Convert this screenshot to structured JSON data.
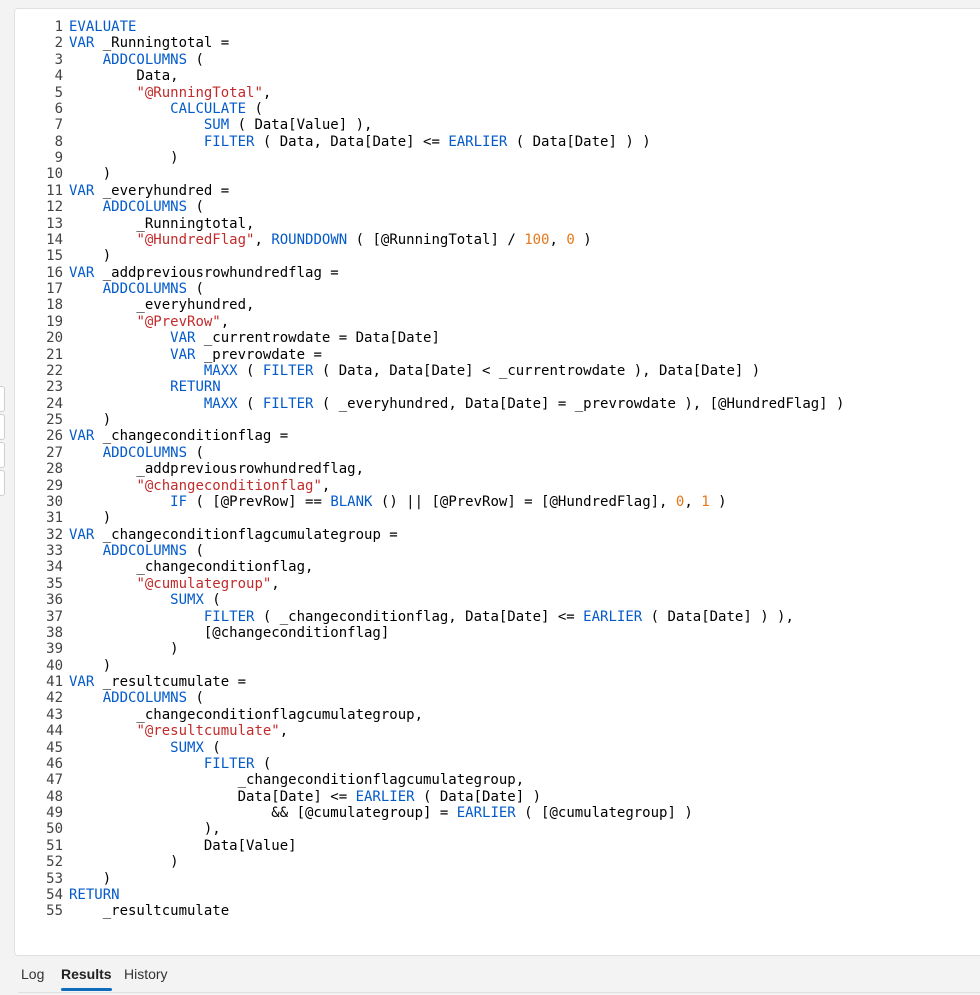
{
  "colors": {
    "keyword": "#035aca",
    "string": "#c22b2b",
    "number": "#e8771a",
    "tab_accent": "#0f6cbd"
  },
  "editor": {
    "lines": [
      {
        "num": "1",
        "tokens": [
          {
            "t": "k",
            "v": "EVALUATE"
          }
        ]
      },
      {
        "num": "2",
        "tokens": [
          {
            "t": "k",
            "v": "VAR"
          },
          {
            "t": "p",
            "v": " _Runningtotal ="
          }
        ]
      },
      {
        "num": "3",
        "tokens": [
          {
            "t": "p",
            "v": "    "
          },
          {
            "t": "k",
            "v": "ADDCOLUMNS"
          },
          {
            "t": "p",
            "v": " ("
          }
        ]
      },
      {
        "num": "4",
        "tokens": [
          {
            "t": "p",
            "v": "        Data,"
          }
        ]
      },
      {
        "num": "5",
        "tokens": [
          {
            "t": "p",
            "v": "        "
          },
          {
            "t": "s",
            "v": "\"@RunningTotal\""
          },
          {
            "t": "p",
            "v": ","
          }
        ]
      },
      {
        "num": "6",
        "tokens": [
          {
            "t": "p",
            "v": "            "
          },
          {
            "t": "k",
            "v": "CALCULATE"
          },
          {
            "t": "p",
            "v": " ("
          }
        ]
      },
      {
        "num": "7",
        "tokens": [
          {
            "t": "p",
            "v": "                "
          },
          {
            "t": "k",
            "v": "SUM"
          },
          {
            "t": "p",
            "v": " ( Data[Value] ),"
          }
        ]
      },
      {
        "num": "8",
        "tokens": [
          {
            "t": "p",
            "v": "                "
          },
          {
            "t": "k",
            "v": "FILTER"
          },
          {
            "t": "p",
            "v": " ( Data, Data[Date] <= "
          },
          {
            "t": "k",
            "v": "EARLIER"
          },
          {
            "t": "p",
            "v": " ( Data[Date] ) )"
          }
        ]
      },
      {
        "num": "9",
        "tokens": [
          {
            "t": "p",
            "v": "            )"
          }
        ]
      },
      {
        "num": "10",
        "tokens": [
          {
            "t": "p",
            "v": "    )"
          }
        ]
      },
      {
        "num": "11",
        "tokens": [
          {
            "t": "k",
            "v": "VAR"
          },
          {
            "t": "p",
            "v": " _everyhundred ="
          }
        ]
      },
      {
        "num": "12",
        "tokens": [
          {
            "t": "p",
            "v": "    "
          },
          {
            "t": "k",
            "v": "ADDCOLUMNS"
          },
          {
            "t": "p",
            "v": " ("
          }
        ]
      },
      {
        "num": "13",
        "tokens": [
          {
            "t": "p",
            "v": "        _Runningtotal,"
          }
        ]
      },
      {
        "num": "14",
        "tokens": [
          {
            "t": "p",
            "v": "        "
          },
          {
            "t": "s",
            "v": "\"@HundredFlag\""
          },
          {
            "t": "p",
            "v": ", "
          },
          {
            "t": "k",
            "v": "ROUNDDOWN"
          },
          {
            "t": "p",
            "v": " ( [@RunningTotal] / "
          },
          {
            "t": "n",
            "v": "100"
          },
          {
            "t": "p",
            "v": ", "
          },
          {
            "t": "n",
            "v": "0"
          },
          {
            "t": "p",
            "v": " )"
          }
        ]
      },
      {
        "num": "15",
        "tokens": [
          {
            "t": "p",
            "v": "    )"
          }
        ]
      },
      {
        "num": "16",
        "tokens": [
          {
            "t": "k",
            "v": "VAR"
          },
          {
            "t": "p",
            "v": " _addpreviousrowhundredflag ="
          }
        ]
      },
      {
        "num": "17",
        "tokens": [
          {
            "t": "p",
            "v": "    "
          },
          {
            "t": "k",
            "v": "ADDCOLUMNS"
          },
          {
            "t": "p",
            "v": " ("
          }
        ]
      },
      {
        "num": "18",
        "tokens": [
          {
            "t": "p",
            "v": "        _everyhundred,"
          }
        ]
      },
      {
        "num": "19",
        "tokens": [
          {
            "t": "p",
            "v": "        "
          },
          {
            "t": "s",
            "v": "\"@PrevRow\""
          },
          {
            "t": "p",
            "v": ","
          }
        ]
      },
      {
        "num": "20",
        "tokens": [
          {
            "t": "p",
            "v": "            "
          },
          {
            "t": "k",
            "v": "VAR"
          },
          {
            "t": "p",
            "v": " _currentrowdate = Data[Date]"
          }
        ]
      },
      {
        "num": "21",
        "tokens": [
          {
            "t": "p",
            "v": "            "
          },
          {
            "t": "k",
            "v": "VAR"
          },
          {
            "t": "p",
            "v": " _prevrowdate ="
          }
        ]
      },
      {
        "num": "22",
        "tokens": [
          {
            "t": "p",
            "v": "                "
          },
          {
            "t": "k",
            "v": "MAXX"
          },
          {
            "t": "p",
            "v": " ( "
          },
          {
            "t": "k",
            "v": "FILTER"
          },
          {
            "t": "p",
            "v": " ( Data, Data[Date] < _currentrowdate ), Data[Date] )"
          }
        ]
      },
      {
        "num": "23",
        "tokens": [
          {
            "t": "p",
            "v": "            "
          },
          {
            "t": "k",
            "v": "RETURN"
          }
        ]
      },
      {
        "num": "24",
        "tokens": [
          {
            "t": "p",
            "v": "                "
          },
          {
            "t": "k",
            "v": "MAXX"
          },
          {
            "t": "p",
            "v": " ( "
          },
          {
            "t": "k",
            "v": "FILTER"
          },
          {
            "t": "p",
            "v": " ( _everyhundred, Data[Date] = _prevrowdate ), [@HundredFlag] )"
          }
        ]
      },
      {
        "num": "25",
        "tokens": [
          {
            "t": "p",
            "v": "    )"
          }
        ]
      },
      {
        "num": "26",
        "tokens": [
          {
            "t": "k",
            "v": "VAR"
          },
          {
            "t": "p",
            "v": " _changeconditionflag ="
          }
        ]
      },
      {
        "num": "27",
        "tokens": [
          {
            "t": "p",
            "v": "    "
          },
          {
            "t": "k",
            "v": "ADDCOLUMNS"
          },
          {
            "t": "p",
            "v": " ("
          }
        ]
      },
      {
        "num": "28",
        "tokens": [
          {
            "t": "p",
            "v": "        _addpreviousrowhundredflag,"
          }
        ]
      },
      {
        "num": "29",
        "tokens": [
          {
            "t": "p",
            "v": "        "
          },
          {
            "t": "s",
            "v": "\"@changeconditionflag\""
          },
          {
            "t": "p",
            "v": ","
          }
        ]
      },
      {
        "num": "30",
        "tokens": [
          {
            "t": "p",
            "v": "            "
          },
          {
            "t": "k",
            "v": "IF"
          },
          {
            "t": "p",
            "v": " ( [@PrevRow] == "
          },
          {
            "t": "k",
            "v": "BLANK"
          },
          {
            "t": "p",
            "v": " () || [@PrevRow] = [@HundredFlag], "
          },
          {
            "t": "n",
            "v": "0"
          },
          {
            "t": "p",
            "v": ", "
          },
          {
            "t": "n",
            "v": "1"
          },
          {
            "t": "p",
            "v": " )"
          }
        ]
      },
      {
        "num": "31",
        "tokens": [
          {
            "t": "p",
            "v": "    )"
          }
        ]
      },
      {
        "num": "32",
        "tokens": [
          {
            "t": "k",
            "v": "VAR"
          },
          {
            "t": "p",
            "v": " _changeconditionflagcumulategroup ="
          }
        ]
      },
      {
        "num": "33",
        "tokens": [
          {
            "t": "p",
            "v": "    "
          },
          {
            "t": "k",
            "v": "ADDCOLUMNS"
          },
          {
            "t": "p",
            "v": " ("
          }
        ]
      },
      {
        "num": "34",
        "tokens": [
          {
            "t": "p",
            "v": "        _changeconditionflag,"
          }
        ]
      },
      {
        "num": "35",
        "tokens": [
          {
            "t": "p",
            "v": "        "
          },
          {
            "t": "s",
            "v": "\"@cumulategroup\""
          },
          {
            "t": "p",
            "v": ","
          }
        ]
      },
      {
        "num": "36",
        "tokens": [
          {
            "t": "p",
            "v": "            "
          },
          {
            "t": "k",
            "v": "SUMX"
          },
          {
            "t": "p",
            "v": " ("
          }
        ]
      },
      {
        "num": "37",
        "tokens": [
          {
            "t": "p",
            "v": "                "
          },
          {
            "t": "k",
            "v": "FILTER"
          },
          {
            "t": "p",
            "v": " ( _changeconditionflag, Data[Date] <= "
          },
          {
            "t": "k",
            "v": "EARLIER"
          },
          {
            "t": "p",
            "v": " ( Data[Date] ) ),"
          }
        ]
      },
      {
        "num": "38",
        "tokens": [
          {
            "t": "p",
            "v": "                [@changeconditionflag]"
          }
        ]
      },
      {
        "num": "39",
        "tokens": [
          {
            "t": "p",
            "v": "            )"
          }
        ]
      },
      {
        "num": "40",
        "tokens": [
          {
            "t": "p",
            "v": "    )"
          }
        ]
      },
      {
        "num": "41",
        "tokens": [
          {
            "t": "k",
            "v": "VAR"
          },
          {
            "t": "p",
            "v": " _resultcumulate ="
          }
        ]
      },
      {
        "num": "42",
        "tokens": [
          {
            "t": "p",
            "v": "    "
          },
          {
            "t": "k",
            "v": "ADDCOLUMNS"
          },
          {
            "t": "p",
            "v": " ("
          }
        ]
      },
      {
        "num": "43",
        "tokens": [
          {
            "t": "p",
            "v": "        _changeconditionflagcumulategroup,"
          }
        ]
      },
      {
        "num": "44",
        "tokens": [
          {
            "t": "p",
            "v": "        "
          },
          {
            "t": "s",
            "v": "\"@resultcumulate\""
          },
          {
            "t": "p",
            "v": ","
          }
        ]
      },
      {
        "num": "45",
        "tokens": [
          {
            "t": "p",
            "v": "            "
          },
          {
            "t": "k",
            "v": "SUMX"
          },
          {
            "t": "p",
            "v": " ("
          }
        ]
      },
      {
        "num": "46",
        "tokens": [
          {
            "t": "p",
            "v": "                "
          },
          {
            "t": "k",
            "v": "FILTER"
          },
          {
            "t": "p",
            "v": " ("
          }
        ]
      },
      {
        "num": "47",
        "tokens": [
          {
            "t": "p",
            "v": "                    _changeconditionflagcumulategroup,"
          }
        ]
      },
      {
        "num": "48",
        "tokens": [
          {
            "t": "p",
            "v": "                    Data[Date] <= "
          },
          {
            "t": "k",
            "v": "EARLIER"
          },
          {
            "t": "p",
            "v": " ( Data[Date] )"
          }
        ]
      },
      {
        "num": "49",
        "tokens": [
          {
            "t": "p",
            "v": "                        && [@cumulategroup] = "
          },
          {
            "t": "k",
            "v": "EARLIER"
          },
          {
            "t": "p",
            "v": " ( [@cumulategroup] )"
          }
        ]
      },
      {
        "num": "50",
        "tokens": [
          {
            "t": "p",
            "v": "                ),"
          }
        ]
      },
      {
        "num": "51",
        "tokens": [
          {
            "t": "p",
            "v": "                Data[Value]"
          }
        ]
      },
      {
        "num": "52",
        "tokens": [
          {
            "t": "p",
            "v": "            )"
          }
        ]
      },
      {
        "num": "53",
        "tokens": [
          {
            "t": "p",
            "v": "    )"
          }
        ]
      },
      {
        "num": "54",
        "tokens": [
          {
            "t": "k",
            "v": "RETURN"
          }
        ]
      },
      {
        "num": "55",
        "tokens": [
          {
            "t": "p",
            "v": "    _resultcumulate"
          }
        ]
      }
    ]
  },
  "tabs": {
    "log": "Log",
    "results": "Results",
    "history": "History",
    "active": "results"
  }
}
